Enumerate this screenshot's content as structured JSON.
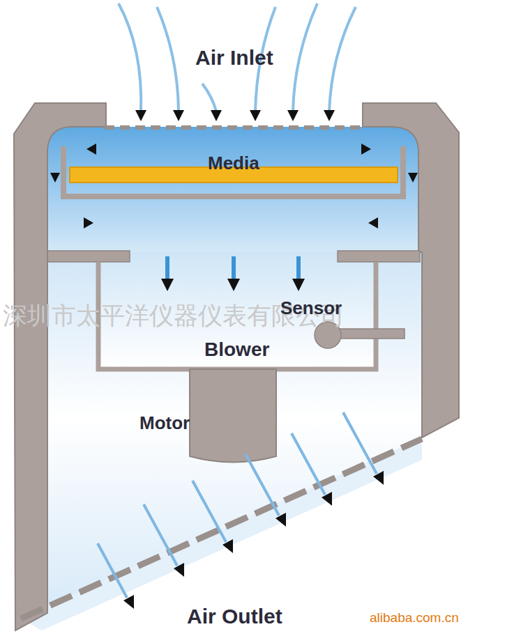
{
  "diagram": {
    "nodes": [
      {
        "text": [
          "Media"
        ]
      },
      {
        "text": [
          "Blower"
        ]
      }
    ],
    "labels": [
      "Air Inlet",
      "Sensor",
      "Motor",
      "Air Outlet",
      "深圳市太平洋仪器仪表有限公司",
      "alibaba.com.cn"
    ]
  }
}
